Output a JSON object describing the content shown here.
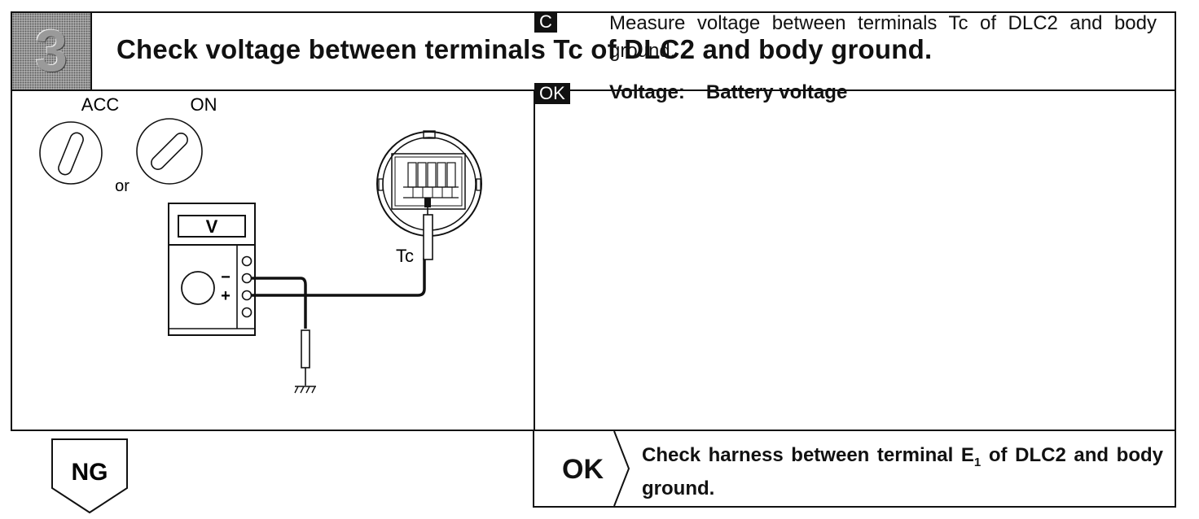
{
  "step": {
    "number": "3"
  },
  "title": "Check voltage between terminals Tc of DLC2 and body ground.",
  "diagram": {
    "switch_acc_label": "ACC",
    "switch_on_label": "ON",
    "or_label": "or",
    "meter_label": "V",
    "minus_label": "−",
    "plus_label": "+",
    "terminal_label": "Tc"
  },
  "instructions": {
    "c_tag": "C",
    "measure_text": "Measure voltage between terminals Tc of DLC2 and body ground.",
    "ok_tag": "OK",
    "voltage_label": "Voltage:",
    "voltage_value": "Battery voltage"
  },
  "results": {
    "ng_label": "NG",
    "ok_label": "OK",
    "ok_action_prefix": "Check harness between terminal E",
    "ok_action_subscript": "1",
    "ok_action_suffix": " of DLC2 and body ground."
  }
}
